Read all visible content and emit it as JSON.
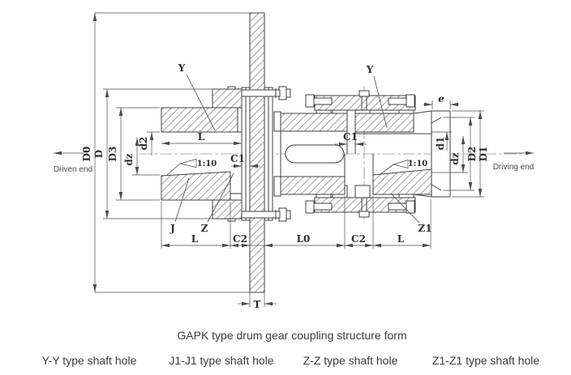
{
  "diagram": {
    "caption": "GAPK type drum gear coupling structure form",
    "shaft_hole_types": [
      "Y-Y type shaft hole",
      "J1-J1 type shaft hole",
      "Z-Z type shaft hole",
      "Z1-Z1 type shaft hole"
    ],
    "ends": {
      "driven": "Driven end",
      "driving": "Driving end"
    },
    "labels": {
      "d0": "D0",
      "d": "D",
      "d3": "D3",
      "dz_left": "dz",
      "d2": "d2",
      "l_bore": "L",
      "c1_left": "C1",
      "taper_left": "1:10",
      "y_left": "Y",
      "y_right": "Y",
      "c1_right": "C1",
      "taper_right": "1:10",
      "e": "e",
      "d1_small": "d1",
      "dz_right": "dz",
      "d2_big": "D2",
      "d1_big": "D1",
      "j": "J",
      "z": "Z",
      "z1": "Z1",
      "l_left": "L",
      "c2_left": "C2",
      "l0": "L0",
      "c2_right": "C2",
      "l_right": "L",
      "t": "T"
    },
    "colors": {
      "line": "#3f3f3f",
      "dim_line": "#4a4a4a",
      "text": "#2d2d2d",
      "caption_text": "#3b3b3b",
      "background": "#ffffff"
    }
  }
}
